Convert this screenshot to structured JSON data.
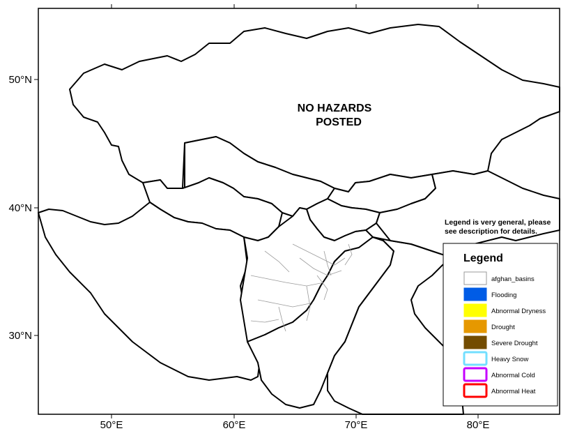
{
  "map": {
    "axis": {
      "y_labels": [
        "50°N",
        "40°N",
        "30°N"
      ],
      "x_labels": [
        "50°E",
        "60°E",
        "70°E",
        "80°E"
      ]
    },
    "status": {
      "line1": "NO HAZARDS",
      "line2": "POSTED"
    },
    "note": {
      "line1": "Legend is very general, please",
      "line2": "see description for details."
    },
    "legend": {
      "title": "Legend",
      "items": [
        {
          "label": "afghan_basins",
          "fill": "#ffffff",
          "stroke": "#999999",
          "style": "fill"
        },
        {
          "label": "Flooding",
          "fill": "#005ce6",
          "stroke": "#005ce6",
          "style": "fill"
        },
        {
          "label": "Abnormal Dryness",
          "fill": "#ffff00",
          "stroke": "#ffff00",
          "style": "fill"
        },
        {
          "label": "Drought",
          "fill": "#e69800",
          "stroke": "#e69800",
          "style": "fill"
        },
        {
          "label": "Severe Drought",
          "fill": "#734c00",
          "stroke": "#734c00",
          "style": "fill"
        },
        {
          "label": "Heavy Snow",
          "fill": "#ffffff",
          "stroke": "#73dfff",
          "style": "outline"
        },
        {
          "label": "Abnormal Cold",
          "fill": "#ffffff",
          "stroke": "#c500ff",
          "style": "outline"
        },
        {
          "label": "Abnormal Heat",
          "fill": "#ffffff",
          "stroke": "#ff0000",
          "style": "outline"
        }
      ]
    }
  }
}
